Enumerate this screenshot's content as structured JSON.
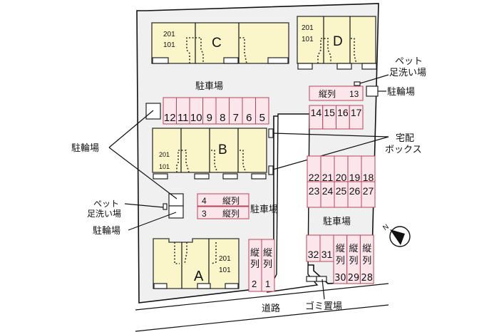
{
  "map": {
    "buildings": {
      "C": {
        "name": "C",
        "room_upper": "201",
        "room_lower": "101"
      },
      "D": {
        "name": "D",
        "room_upper": "201",
        "room_lower": "101"
      },
      "B": {
        "name": "B",
        "room_upper": "201",
        "room_lower": "101"
      },
      "A": {
        "name": "A",
        "room_upper": "201",
        "room_lower": "101"
      }
    },
    "labels": {
      "parking_top": "駐車場",
      "parking_mid": "駐車場",
      "parking_right": "駐車場",
      "bicycle_left": "駐輪場",
      "bicycle_left2": "駐輪場",
      "bicycle_right": "駐輪場",
      "pet_wash_right_1": "ペット",
      "pet_wash_right_2": "足洗い場",
      "pet_wash_left_1": "ペット",
      "pet_wash_left_2": "足洗い場",
      "delivery_1": "宅配",
      "delivery_2": "ボックス",
      "road": "道路",
      "garbage": "ゴミ置場",
      "north": "N"
    },
    "parking": {
      "row_top": [
        "12",
        "11",
        "10",
        "9",
        "8",
        "7",
        "6",
        "5"
      ],
      "slot_13": {
        "label": "縦列",
        "num": "13"
      },
      "row_14_17": [
        "14",
        "15",
        "16",
        "17"
      ],
      "row_22_18": [
        "22",
        "21",
        "20",
        "19",
        "18"
      ],
      "row_23_27": [
        "23",
        "24",
        "25",
        "26",
        "27"
      ],
      "slot_4": {
        "num": "4",
        "label": "縦列"
      },
      "slot_3": {
        "num": "3",
        "label": "縦列"
      },
      "slot_2": {
        "label_1": "縦",
        "label_2": "列",
        "num": "2"
      },
      "slot_1": {
        "label_1": "縦",
        "label_2": "列",
        "num": "1"
      },
      "row_32_31": [
        "32",
        "31"
      ],
      "tandem_30_28": [
        {
          "label_1": "縦",
          "label_2": "列",
          "num": "30"
        },
        {
          "label_1": "縦",
          "label_2": "列",
          "num": "29"
        },
        {
          "label_1": "縦",
          "label_2": "列",
          "num": "28"
        }
      ]
    },
    "colors": {
      "building_fill": "#fbf6c9",
      "parking_fill": "#fbe6ec",
      "parking_stroke": "#b8435a",
      "lot_fill": "#f0f0f0"
    }
  }
}
